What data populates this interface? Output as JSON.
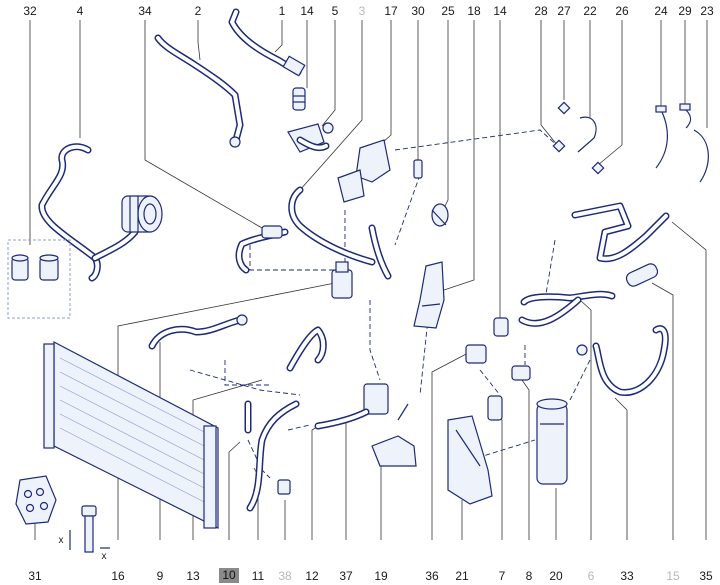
{
  "callouts_top": [
    {
      "id": "32",
      "faded": false
    },
    {
      "id": "4",
      "faded": false
    },
    {
      "id": "34",
      "faded": false
    },
    {
      "id": "2",
      "faded": false
    },
    {
      "id": "1",
      "faded": false
    },
    {
      "id": "14",
      "faded": false
    },
    {
      "id": "5",
      "faded": false
    },
    {
      "id": "3",
      "faded": true
    },
    {
      "id": "17",
      "faded": false
    },
    {
      "id": "30",
      "faded": false
    },
    {
      "id": "25",
      "faded": false
    },
    {
      "id": "18",
      "faded": false
    },
    {
      "id": "14",
      "faded": false
    },
    {
      "id": "28",
      "faded": false
    },
    {
      "id": "27",
      "faded": false
    },
    {
      "id": "22",
      "faded": false
    },
    {
      "id": "26",
      "faded": false
    },
    {
      "id": "24",
      "faded": false
    },
    {
      "id": "29",
      "faded": false
    },
    {
      "id": "23",
      "faded": false
    }
  ],
  "callouts_bottom": [
    {
      "id": "31",
      "faded": false,
      "boxed": false
    },
    {
      "id": "16",
      "faded": false,
      "boxed": false
    },
    {
      "id": "9",
      "faded": false,
      "boxed": false
    },
    {
      "id": "13",
      "faded": false,
      "boxed": false
    },
    {
      "id": "10",
      "faded": false,
      "boxed": true
    },
    {
      "id": "11",
      "faded": false,
      "boxed": false
    },
    {
      "id": "38",
      "faded": true,
      "boxed": false
    },
    {
      "id": "12",
      "faded": false,
      "boxed": false
    },
    {
      "id": "37",
      "faded": false,
      "boxed": false
    },
    {
      "id": "19",
      "faded": false,
      "boxed": false
    },
    {
      "id": "36",
      "faded": false,
      "boxed": false
    },
    {
      "id": "21",
      "faded": false,
      "boxed": false
    },
    {
      "id": "7",
      "faded": false,
      "boxed": false
    },
    {
      "id": "8",
      "faded": false,
      "boxed": false
    },
    {
      "id": "20",
      "faded": false,
      "boxed": false
    },
    {
      "id": "6",
      "faded": true,
      "boxed": false
    },
    {
      "id": "33",
      "faded": false,
      "boxed": false
    },
    {
      "id": "15",
      "faded": true,
      "boxed": false
    },
    {
      "id": "35",
      "faded": false,
      "boxed": false
    }
  ],
  "colors": {
    "line": "#1d2a78",
    "fill": "#eef3fb",
    "faded": "#b8b8b8",
    "highlight": "#8a8a8a"
  }
}
